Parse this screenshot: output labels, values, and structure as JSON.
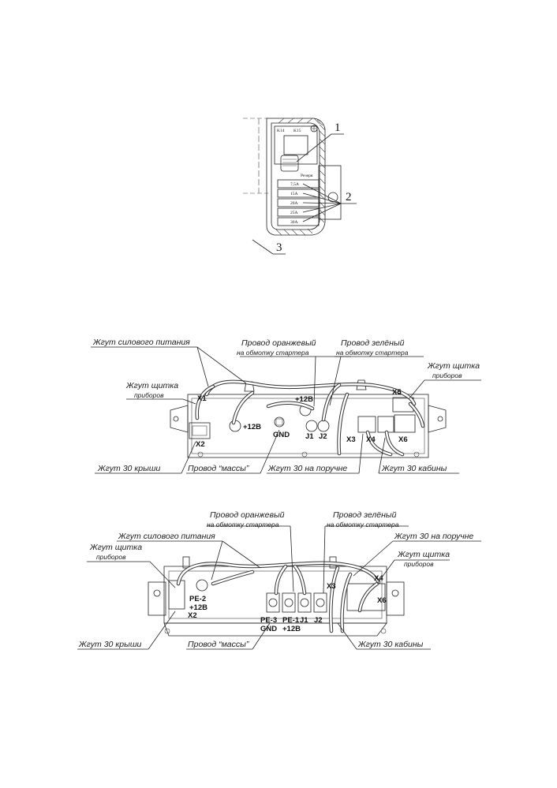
{
  "figure_top": {
    "relay_labels": [
      "K14",
      "K15"
    ],
    "fuse_labels": [
      "Резерв",
      "7,5А",
      "15А",
      "20А",
      "25А",
      "30А"
    ],
    "callouts": [
      "1",
      "2",
      "3"
    ]
  },
  "figure_middle": {
    "labels": {
      "power_harness": "Жгут силового питания",
      "orange_wire": "Провод оранжевый",
      "orange_wire_sub": "на обмотку стартера",
      "green_wire": "Провод зелёный",
      "green_wire_sub": "на обмотку стартера",
      "dash_harness_right": "Жгут щитка",
      "dash_harness_right_sub": "приборов",
      "dash_harness_left": "Жгут щитка",
      "dash_harness_left_sub": "приборов",
      "roof_harness": "Жгут 30 крыши",
      "ground_wire": "Провод “массы”",
      "handrail_harness": "Жгут 30 на поручне",
      "cab_harness": "Жгут 30 кабины"
    },
    "marks": {
      "x1": "X1",
      "x2": "X2",
      "x3": "X3",
      "x4": "X4",
      "x5": "X5",
      "x6": "X6",
      "plus12_left": "+12В",
      "plus12_top": "+12В",
      "gnd": "GND",
      "j1": "J1",
      "j2": "J2"
    }
  },
  "figure_bottom": {
    "labels": {
      "orange_wire": "Провод оранжевый",
      "orange_wire_sub": "на обмотку стартера",
      "green_wire": "Провод зелёный",
      "green_wire_sub": "на обмотку стартера",
      "power_harness": "Жгут силового питания",
      "handrail_harness": "Жгут 30 на поручне",
      "dash_harness_left": "Жгут щитка",
      "dash_harness_left_sub": "приборов",
      "dash_harness_right": "Жгут щитка",
      "dash_harness_right_sub": "приборов",
      "roof_harness": "Жгут 30 крыши",
      "ground_wire": "Провод “массы”",
      "cab_harness": "Жгут 30 кабины"
    },
    "marks": {
      "pe2": "PE-2",
      "plus12_a": "+12В",
      "x2": "X2",
      "pe3": "PE-3",
      "gnd": "GND",
      "pe1": "PE-1",
      "plus12_b": "+12В",
      "j1": "J1",
      "j2": "J2",
      "x3": "X3",
      "x4": "X4",
      "x6": "X6"
    }
  }
}
